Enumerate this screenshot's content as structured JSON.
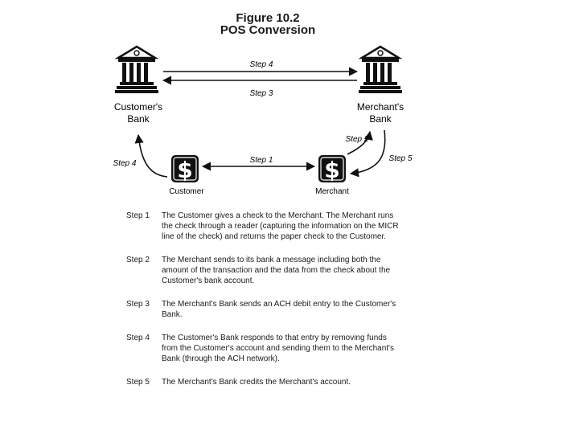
{
  "figure": {
    "title_line1": "Figure 10.2",
    "title_line2": "POS Conversion"
  },
  "nodes": {
    "customers_bank": {
      "label_line1": "Customer's",
      "label_line2": "Bank",
      "icon": "bank-building-icon"
    },
    "merchants_bank": {
      "label_line1": "Merchant's",
      "label_line2": "Bank",
      "icon": "bank-building-icon"
    },
    "customer": {
      "label": "Customer",
      "icon": "dollar-sign-icon"
    },
    "merchant": {
      "label": "Merchant",
      "icon": "dollar-sign-icon"
    }
  },
  "arrows": {
    "step4_top": "Step 4",
    "step3": "Step 3",
    "step1": "Step 1",
    "step2": "Step 2",
    "step5": "Step 5",
    "step4_left": "Step 4"
  },
  "steps": [
    {
      "label": "Step 1",
      "text": "The Customer gives a check to the Merchant. The Merchant runs the check through a reader (capturing the information on the MICR line of the check) and returns the paper check to the Customer."
    },
    {
      "label": "Step 2",
      "text": "The Merchant sends to its bank a message including both the amount of the transaction and the data from the check about the Customer's bank account."
    },
    {
      "label": "Step 3",
      "text": "The Merchant's Bank sends an ACH debit entry to the Customer's Bank."
    },
    {
      "label": "Step 4",
      "text": "The Customer's Bank responds to that entry by removing funds from the Customer's account and sending them to the Merchant's Bank (through the ACH network)."
    },
    {
      "label": "Step 5",
      "text": "The Merchant's Bank credits the Merchant's account."
    }
  ]
}
